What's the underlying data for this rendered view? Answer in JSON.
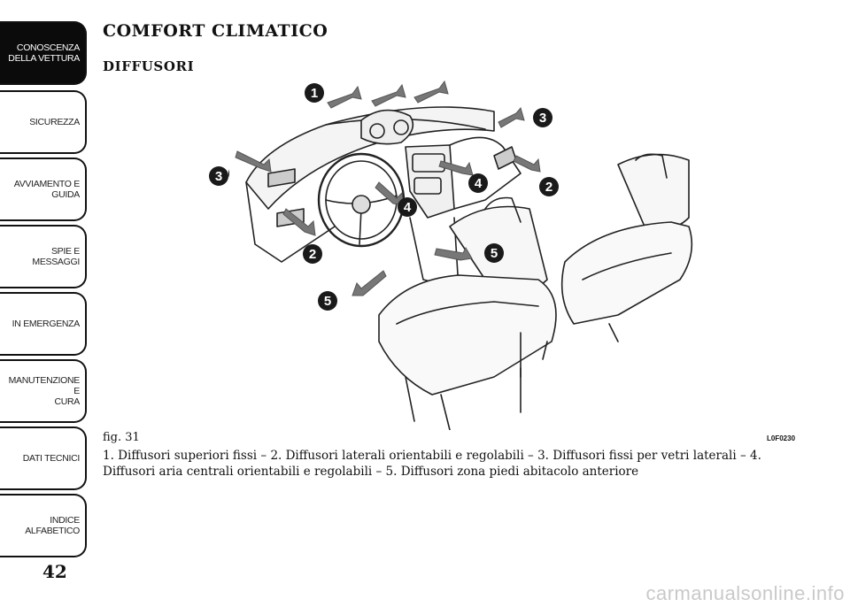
{
  "sidebar": {
    "tabs": [
      {
        "label": "CONOSCENZA\nDELLA VETTURA",
        "active": true
      },
      {
        "label": "SICUREZZA",
        "active": false
      },
      {
        "label": "AVVIAMENTO E\nGUIDA",
        "active": false
      },
      {
        "label": "SPIE E MESSAGGI",
        "active": false
      },
      {
        "label": "IN EMERGENZA",
        "active": false
      },
      {
        "label": "MANUTENZIONE E\nCURA",
        "active": false
      },
      {
        "label": "DATI TECNICI",
        "active": false
      },
      {
        "label": "INDICE\nALFABETICO",
        "active": false
      }
    ],
    "page_number": "42"
  },
  "heading": {
    "title": "COMFORT CLIMATICO",
    "subtitle": "DIFFUSORI"
  },
  "figure": {
    "callouts": [
      "1",
      "2",
      "3",
      "4",
      "5"
    ],
    "caption": "fig. 31",
    "code": "L0F0230",
    "legend": "1. Diffusori superiori fissi – 2. Diffusori laterali orientabili e regolabili – 3. Diffusori fissi per vetri laterali – 4. Diffusori aria centrali orientabili e regolabili – 5. Diffusori zona piedi abitacolo anteriore"
  },
  "watermark": "carmanualsonline.info"
}
